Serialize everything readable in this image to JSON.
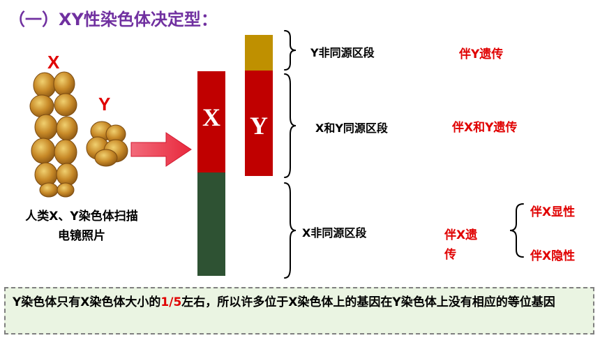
{
  "title": "（一）XY性染色体决定型：",
  "micrograph": {
    "x_label": "X",
    "y_label": "Y",
    "caption": "人类X、Y染色体扫描电镜照片"
  },
  "bars": {
    "x_letter": "X",
    "y_letter": "Y"
  },
  "segments": {
    "y_nonhomologous": "Y非同源区段",
    "xy_homologous": "X和Y同源区段",
    "x_nonhomologous": "X非同源区段"
  },
  "inheritance": {
    "y_linked": "伴Y遗传",
    "xy_linked": "伴X和Y遗传",
    "x_linked_line1": "伴X遗",
    "x_linked_line2": "传",
    "x_dominant": "伴X显性",
    "x_recessive": "伴X隐性"
  },
  "note": {
    "part1": "Y染色体只有X染色体大小的",
    "highlight": "1/5",
    "part2": "左右，所以许多位于X染色体上的基因在Y染色体上没有相应的等位基因"
  },
  "colors": {
    "title": "#7030a0",
    "red_text": "#e00000",
    "bar_red": "#c00000",
    "bar_green": "#2e5233",
    "bar_gold": "#bf9000",
    "note_bg": "#eaf4e2"
  }
}
